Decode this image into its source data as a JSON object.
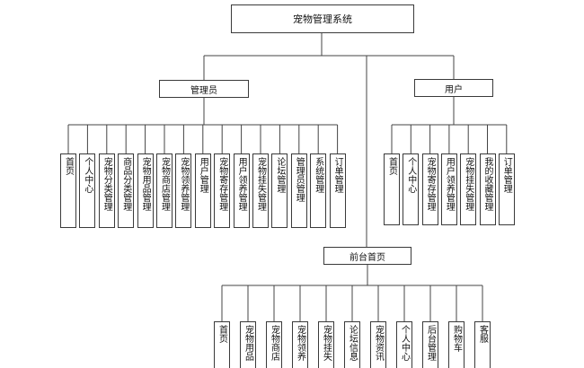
{
  "root": "宠物管理系统",
  "admin": {
    "label": "管理员",
    "items": [
      "首页",
      "个人中心",
      "宠物分类管理",
      "商品分类管理",
      "宠物用品管理",
      "宠物商店管理",
      "宠物领养管理",
      "用户管理",
      "宠物寄存管理",
      "用户领养管理",
      "宠物挂失管理",
      "论坛管理",
      "管理员管理",
      "系统管理",
      "订单管理"
    ]
  },
  "user": {
    "label": "用户",
    "items": [
      "首页",
      "个人中心",
      "宠物寄存管理",
      "用户领养管理",
      "宠物挂失管理",
      "我的收藏管理",
      "订单管理"
    ]
  },
  "front": {
    "label": "前台首页",
    "items": [
      "首页",
      "宠物用品",
      "宠物商店",
      "宠物领养",
      "宠物挂失",
      "论坛信息",
      "宠物资讯",
      "个人中心",
      "后台管理",
      "购物车",
      "客服"
    ]
  }
}
